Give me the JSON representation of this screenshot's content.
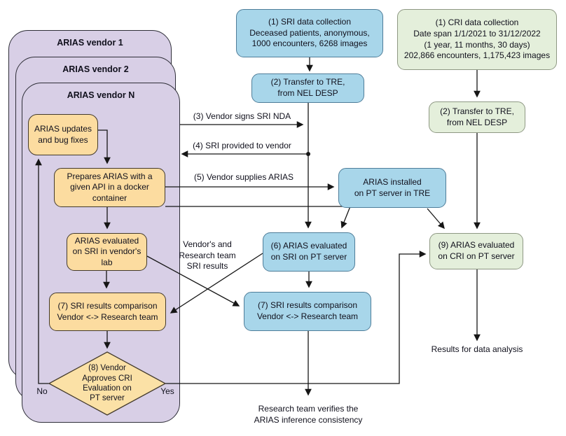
{
  "figure": {
    "vendors": {
      "vendor1": "ARIAS vendor 1",
      "vendor2": "ARIAS vendor 2",
      "vendorN": "ARIAS vendor N"
    },
    "nodes": {
      "sri_collection": "(1) SRI data collection\nDeceased patients, anonymous,\n1000 encounters, 6268 images",
      "sri_transfer": "(2) Transfer to TRE,\nfrom NEL DESP",
      "cri_collection": "(1) CRI data collection\nDate span 1/1/2021 to 31/12/2022\n(1 year, 11 months, 30 days)\n202,866 encounters, 1,175,423 images",
      "cri_transfer": "(2) Transfer to TRE,\nfrom NEL DESP",
      "arias_updates": "ARIAS updates\nand bug fixes",
      "prepares_arias": "Prepares ARIAS with a\ngiven API in a docker\ncontainer",
      "arias_eval_vendor_lab": "ARIAS evaluated\non SRI in vendor's\nlab",
      "sri_comparison_vendor": "(7) SRI results comparison\nVendor <-> Research team",
      "vendor_approves_decision": "(8) Vendor\nApproves CRI\nEvaluation on\nPT server",
      "arias_installed": "ARIAS installed\non PT server in TRE",
      "arias_eval_sri_pt": "(6) ARIAS evaluated\non SRI on PT server",
      "sri_comparison_team": "(7) SRI results comparison\nVendor <-> Research team",
      "arias_eval_cri_pt": "(9) ARIAS evaluated\non CRI on PT server"
    },
    "edge_labels": {
      "vendor_signs_nda": "(3) Vendor signs SRI NDA",
      "sri_provided": "(4) SRI provided to vendor",
      "vendor_supplies": "(5) Vendor supplies ARIAS",
      "vendors_research_results": "Vendor's and\nResearch team\nSRI results",
      "no": "No",
      "yes": "Yes",
      "research_verifies": "Research team verifies the\nARIAS inference consistency",
      "results_analysis": "Results for data analysis"
    },
    "colors": {
      "vendor_container_fill": "#d8cfe6",
      "vendor_container_border": "#2e2e38",
      "vendor_step_fill": "#fcdca0",
      "vendor_step_border": "#433a2c",
      "sri_fill": "#a8d6ea",
      "sri_border": "#4e7d99",
      "cri_fill": "#e4efdb",
      "cri_border": "#8e9883",
      "decision_fill": "#fbe1a6",
      "arrow": "#161616",
      "text": "#10101c",
      "background": "#ffffff"
    }
  }
}
